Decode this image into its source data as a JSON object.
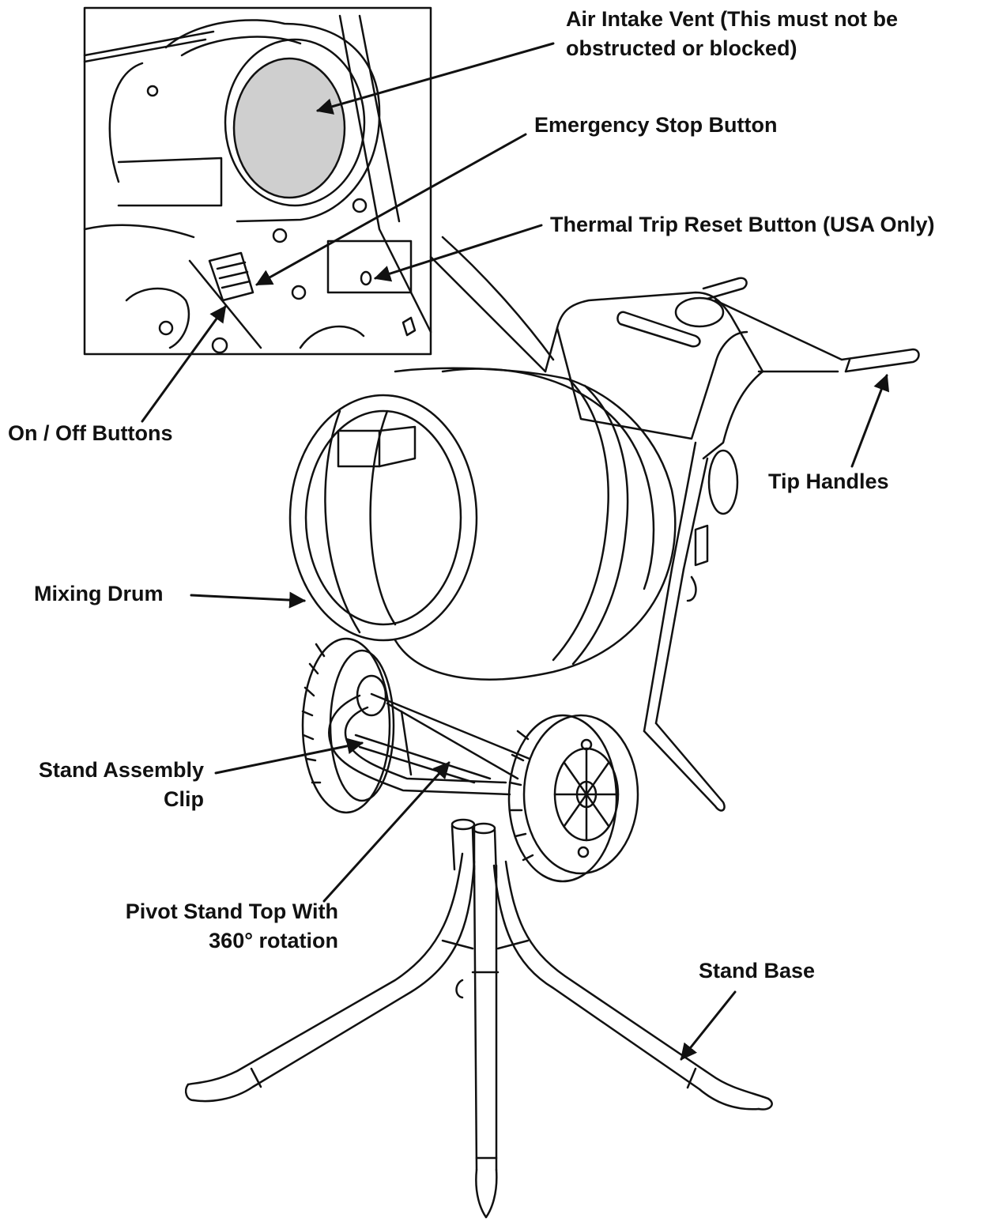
{
  "colors": {
    "ink": "#111111",
    "vent_fill": "#cfcfcf",
    "paper": "#ffffff"
  },
  "labels": {
    "air_intake_vent": [
      "Air Intake Vent (This must not be",
      "obstructed or blocked)"
    ],
    "emergency_stop_button": "Emergency Stop Button",
    "thermal_trip_reset_button": "Thermal Trip Reset Button (USA Only)",
    "on_off_buttons": "On / Off Buttons",
    "tip_handles": "Tip Handles",
    "mixing_drum": "Mixing Drum",
    "stand_assembly_clip": [
      "Stand Assembly",
      "Clip"
    ],
    "pivot_stand_top": [
      "Pivot Stand Top With",
      "360° rotation"
    ],
    "stand_base": "Stand Base"
  }
}
